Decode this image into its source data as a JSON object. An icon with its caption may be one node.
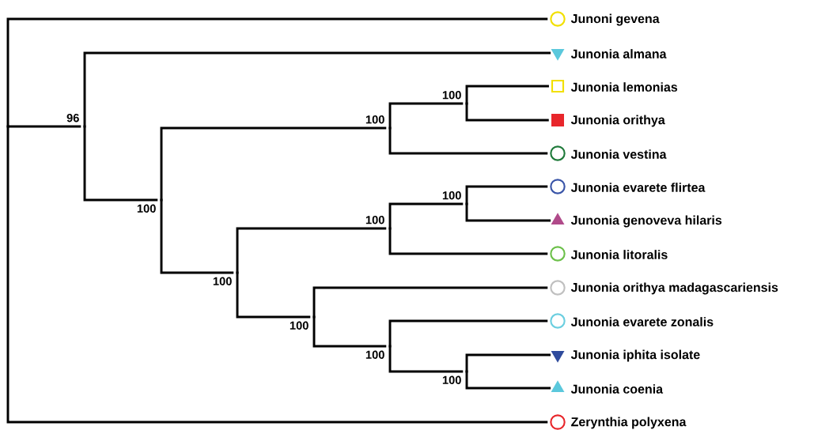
{
  "diagram": {
    "nodes": [
      {
        "text": [],
        "shape": "circle",
        "beside": [
          "Junoni gevena"
        ]
      },
      {
        "text": [],
        "shape": "triangle",
        "beside": [
          "Junonia almana"
        ]
      },
      {
        "text": [],
        "shape": "square",
        "beside": [
          "Junonia lemonias"
        ]
      },
      {
        "text": [],
        "shape": "square",
        "beside": [
          "Junonia orithya"
        ]
      },
      {
        "text": [],
        "shape": "circle",
        "beside": [
          "Junonia vestina"
        ]
      },
      {
        "text": [],
        "shape": "circle",
        "beside": [
          "Junonia evarete flirtea"
        ]
      },
      {
        "text": [],
        "shape": "triangle",
        "beside": [
          "Junonia genoveva hilaris"
        ]
      },
      {
        "text": [],
        "shape": "circle",
        "beside": [
          "Junonia litoralis"
        ]
      },
      {
        "text": [],
        "shape": "circle",
        "beside": [
          "Junonia orithya madagascariensis"
        ]
      },
      {
        "text": [],
        "shape": "circle",
        "beside": [
          "Junonia evarete zonalis"
        ]
      },
      {
        "text": [],
        "shape": "triangle",
        "beside": [
          "Junonia iphita isolate"
        ]
      },
      {
        "text": [],
        "shape": "triangle",
        "beside": [
          "Junonia coenia"
        ]
      },
      {
        "text": [],
        "shape": "circle",
        "beside": [
          "Zerynthia polyxena"
        ]
      },
      {
        "text": [],
        "shape": "point"
      },
      {
        "text": [],
        "shape": "point",
        "beside": [
          "96"
        ]
      },
      {
        "text": [],
        "shape": "point",
        "beside": [
          "100"
        ]
      },
      {
        "text": [],
        "shape": "point",
        "beside": [
          "100"
        ]
      },
      {
        "text": [],
        "shape": "point",
        "beside": [
          "100"
        ]
      },
      {
        "text": [],
        "shape": "point",
        "beside": [
          "100"
        ]
      },
      {
        "text": [],
        "shape": "point",
        "beside": [
          "100"
        ]
      },
      {
        "text": [],
        "shape": "point",
        "beside": [
          "100"
        ]
      },
      {
        "text": [],
        "shape": "point",
        "beside": [
          "100"
        ]
      },
      {
        "text": [],
        "shape": "point",
        "beside": [
          "100"
        ]
      },
      {
        "text": [],
        "shape": "point",
        "beside": [
          "100"
        ]
      }
    ],
    "edges": [
      {
        "from": 13,
        "to": 0,
        "arrow": "none"
      },
      {
        "from": 13,
        "to": 14,
        "arrow": "none"
      },
      {
        "from": 13,
        "to": 12,
        "arrow": "none"
      },
      {
        "from": 14,
        "to": 1,
        "arrow": "none"
      },
      {
        "from": 14,
        "to": 15,
        "arrow": "none"
      },
      {
        "from": 15,
        "to": 16,
        "arrow": "none"
      },
      {
        "from": 15,
        "to": 18,
        "arrow": "none"
      },
      {
        "from": 16,
        "to": 17,
        "arrow": "none"
      },
      {
        "from": 16,
        "to": 4,
        "arrow": "none"
      },
      {
        "from": 17,
        "to": 2,
        "arrow": "none"
      },
      {
        "from": 17,
        "to": 3,
        "arrow": "none"
      },
      {
        "from": 18,
        "to": 19,
        "arrow": "none"
      },
      {
        "from": 18,
        "to": 21,
        "arrow": "none"
      },
      {
        "from": 19,
        "to": 20,
        "arrow": "none"
      },
      {
        "from": 19,
        "to": 7,
        "arrow": "none"
      },
      {
        "from": 20,
        "to": 5,
        "arrow": "none"
      },
      {
        "from": 20,
        "to": 6,
        "arrow": "none"
      },
      {
        "from": 21,
        "to": 8,
        "arrow": "none"
      },
      {
        "from": 21,
        "to": 22,
        "arrow": "none"
      },
      {
        "from": 22,
        "to": 9,
        "arrow": "none"
      },
      {
        "from": 22,
        "to": 23,
        "arrow": "none"
      },
      {
        "from": 23,
        "to": 10,
        "arrow": "none"
      },
      {
        "from": 23,
        "to": 11,
        "arrow": "none"
      }
    ]
  }
}
